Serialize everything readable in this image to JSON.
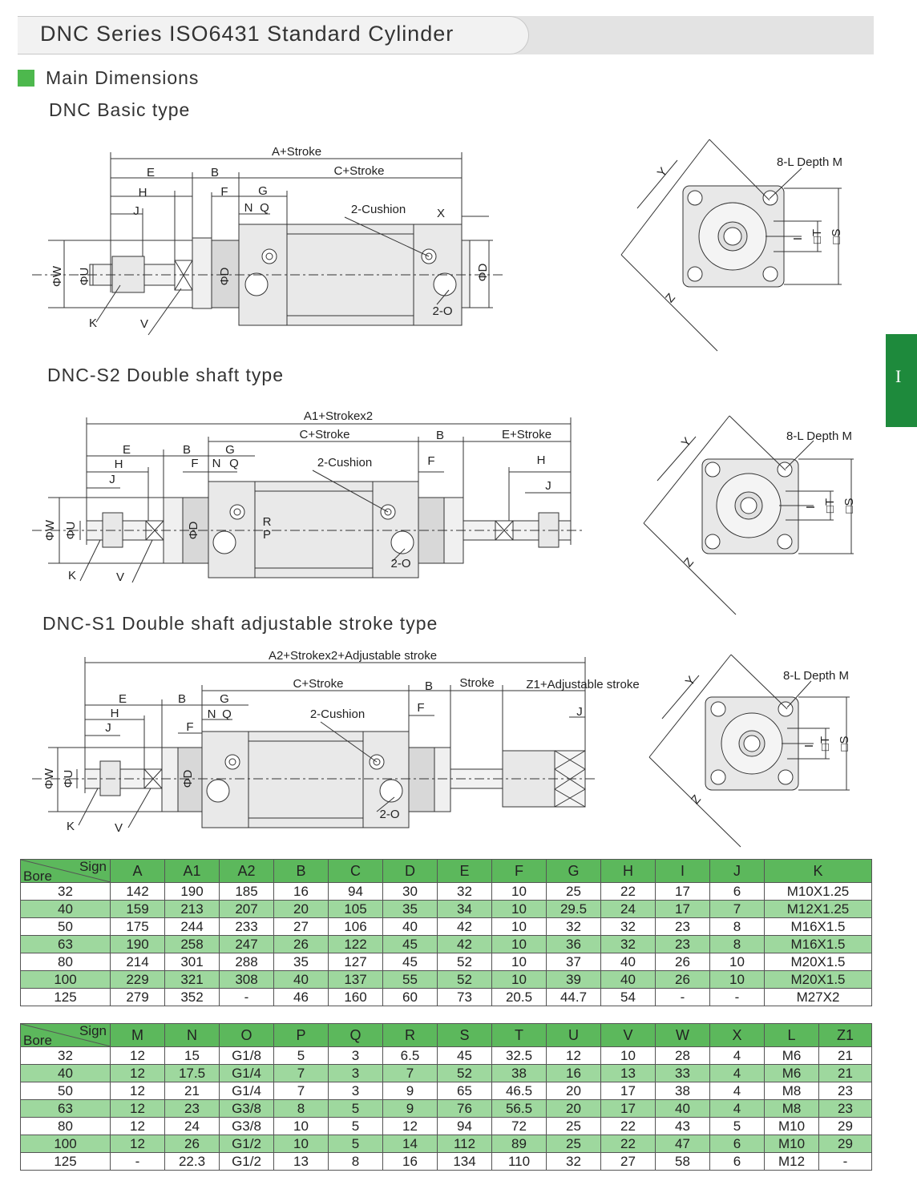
{
  "title": "DNC Series ISO6431 Standard Cylinder",
  "section": "Main Dimensions",
  "side_tab": "I",
  "drawings": {
    "basic": {
      "title": "DNC Basic type",
      "labels": {
        "a_stroke": "A+Stroke",
        "c_stroke": "C+Stroke",
        "e": "E",
        "b": "B",
        "h": "H",
        "f": "F",
        "g": "G",
        "j": "J",
        "n": "N",
        "q": "Q",
        "cushion": "2-Cushion",
        "x": "X",
        "w": "ΦW",
        "u": "ΦU",
        "d1": "ΦD",
        "d2": "ΦD",
        "o": "2-O",
        "k": "K",
        "v": "V"
      },
      "end": {
        "l": "8-L Depth M",
        "y": "Y",
        "z": "Z",
        "i": "I",
        "t": "□T",
        "s": "□S"
      }
    },
    "s2": {
      "title": "DNC-S2 Double shaft type",
      "labels": {
        "a1": "A1+Strokex2",
        "c_stroke": "C+Stroke",
        "e": "E",
        "b": "B",
        "g": "G",
        "b2": "B",
        "e_stroke": "E+Stroke",
        "cushion": "2-Cushion",
        "h": "H",
        "f": "F",
        "n": "N",
        "q": "Q",
        "f2": "F",
        "h2": "H",
        "j": "J",
        "j2": "J",
        "w": "ΦW",
        "u": "ΦU",
        "d": "ΦD",
        "r": "R",
        "p": "P",
        "o": "2-O",
        "k": "K",
        "v": "V"
      },
      "end": {
        "l": "8-L Depth M",
        "y": "Y",
        "z": "Z",
        "i": "I",
        "t": "□T",
        "s": "□S"
      }
    },
    "s1": {
      "title": "DNC-S1 Double shaft adjustable stroke type",
      "labels": {
        "a2": "A2+Strokex2+Adjustable stroke",
        "c_stroke": "C+Stroke",
        "e": "E",
        "b": "B",
        "g": "G",
        "b2": "B",
        "stroke": "Stroke",
        "z1": "Z1+Adjustable stroke",
        "cushion": "2-Cushion",
        "h": "H",
        "n": "N",
        "q": "Q",
        "f": "F",
        "f2": "F",
        "j": "J",
        "j2": "J",
        "w": "ΦW",
        "u": "ΦU",
        "d": "ΦD",
        "o": "2-O",
        "k": "K",
        "v": "V"
      },
      "end": {
        "l": "8-L Depth M",
        "y": "Y",
        "z": "Z",
        "i": "I",
        "t": "□T",
        "s": "□S"
      }
    }
  },
  "table1": {
    "corner_sign": "Sign",
    "corner_bore": "Bore",
    "headers": [
      "A",
      "A1",
      "A2",
      "B",
      "C",
      "D",
      "E",
      "F",
      "G",
      "H",
      "I",
      "J",
      "K"
    ],
    "rows": [
      [
        "32",
        "142",
        "190",
        "185",
        "16",
        "94",
        "30",
        "32",
        "10",
        "25",
        "22",
        "17",
        "6",
        "M10X1.25"
      ],
      [
        "40",
        "159",
        "213",
        "207",
        "20",
        "105",
        "35",
        "34",
        "10",
        "29.5",
        "24",
        "17",
        "7",
        "M12X1.25"
      ],
      [
        "50",
        "175",
        "244",
        "233",
        "27",
        "106",
        "40",
        "42",
        "10",
        "32",
        "32",
        "23",
        "8",
        "M16X1.5"
      ],
      [
        "63",
        "190",
        "258",
        "247",
        "26",
        "122",
        "45",
        "42",
        "10",
        "36",
        "32",
        "23",
        "8",
        "M16X1.5"
      ],
      [
        "80",
        "214",
        "301",
        "288",
        "35",
        "127",
        "45",
        "52",
        "10",
        "37",
        "40",
        "26",
        "10",
        "M20X1.5"
      ],
      [
        "100",
        "229",
        "321",
        "308",
        "40",
        "137",
        "55",
        "52",
        "10",
        "39",
        "40",
        "26",
        "10",
        "M20X1.5"
      ],
      [
        "125",
        "279",
        "352",
        "-",
        "46",
        "160",
        "60",
        "73",
        "20.5",
        "44.7",
        "54",
        "-",
        "-",
        "M27X2"
      ]
    ]
  },
  "table2": {
    "corner_sign": "Sign",
    "corner_bore": "Bore",
    "headers": [
      "M",
      "N",
      "O",
      "P",
      "Q",
      "R",
      "S",
      "T",
      "U",
      "V",
      "W",
      "X",
      "L",
      "Z1"
    ],
    "rows": [
      [
        "32",
        "12",
        "15",
        "G1/8",
        "5",
        "3",
        "6.5",
        "45",
        "32.5",
        "12",
        "10",
        "28",
        "4",
        "M6",
        "21"
      ],
      [
        "40",
        "12",
        "17.5",
        "G1/4",
        "7",
        "3",
        "7",
        "52",
        "38",
        "16",
        "13",
        "33",
        "4",
        "M6",
        "21"
      ],
      [
        "50",
        "12",
        "21",
        "G1/4",
        "7",
        "3",
        "9",
        "65",
        "46.5",
        "20",
        "17",
        "38",
        "4",
        "M8",
        "23"
      ],
      [
        "63",
        "12",
        "23",
        "G3/8",
        "8",
        "5",
        "9",
        "76",
        "56.5",
        "20",
        "17",
        "40",
        "4",
        "M8",
        "23"
      ],
      [
        "80",
        "12",
        "24",
        "G3/8",
        "10",
        "5",
        "12",
        "94",
        "72",
        "25",
        "22",
        "43",
        "5",
        "M10",
        "29"
      ],
      [
        "100",
        "12",
        "26",
        "G1/2",
        "10",
        "5",
        "14",
        "112",
        "89",
        "25",
        "22",
        "47",
        "6",
        "M10",
        "29"
      ],
      [
        "125",
        "-",
        "22.3",
        "G1/2",
        "13",
        "8",
        "16",
        "134",
        "110",
        "32",
        "27",
        "58",
        "6",
        "M12",
        "-"
      ]
    ]
  }
}
